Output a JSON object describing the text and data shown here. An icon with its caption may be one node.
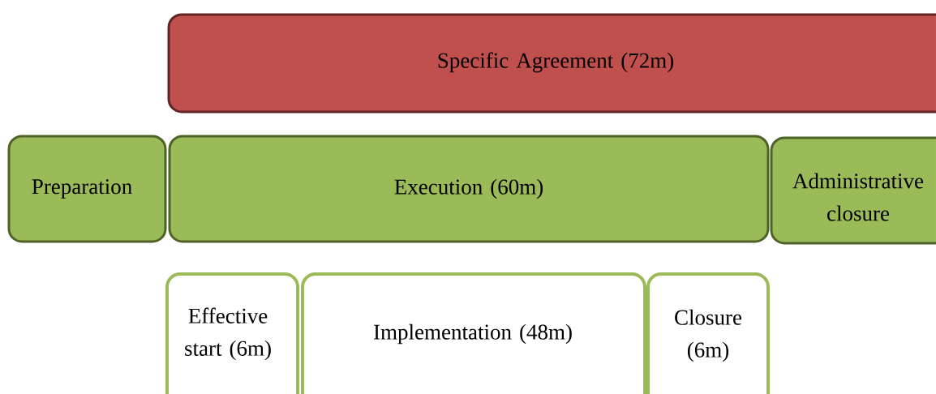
{
  "diagram": {
    "nodes": [
      {
        "text": [
          "Specific Agreement (72m)"
        ]
      },
      {
        "text": [
          "Preparation"
        ]
      },
      {
        "text": [
          "Execution (60m)"
        ]
      },
      {
        "text": [
          "Administrative closure"
        ]
      },
      {
        "text": [
          "Effective start (6m)"
        ]
      },
      {
        "text": [
          "Implementation (48m)"
        ]
      },
      {
        "text": [
          "Closure (6m)"
        ]
      }
    ]
  }
}
